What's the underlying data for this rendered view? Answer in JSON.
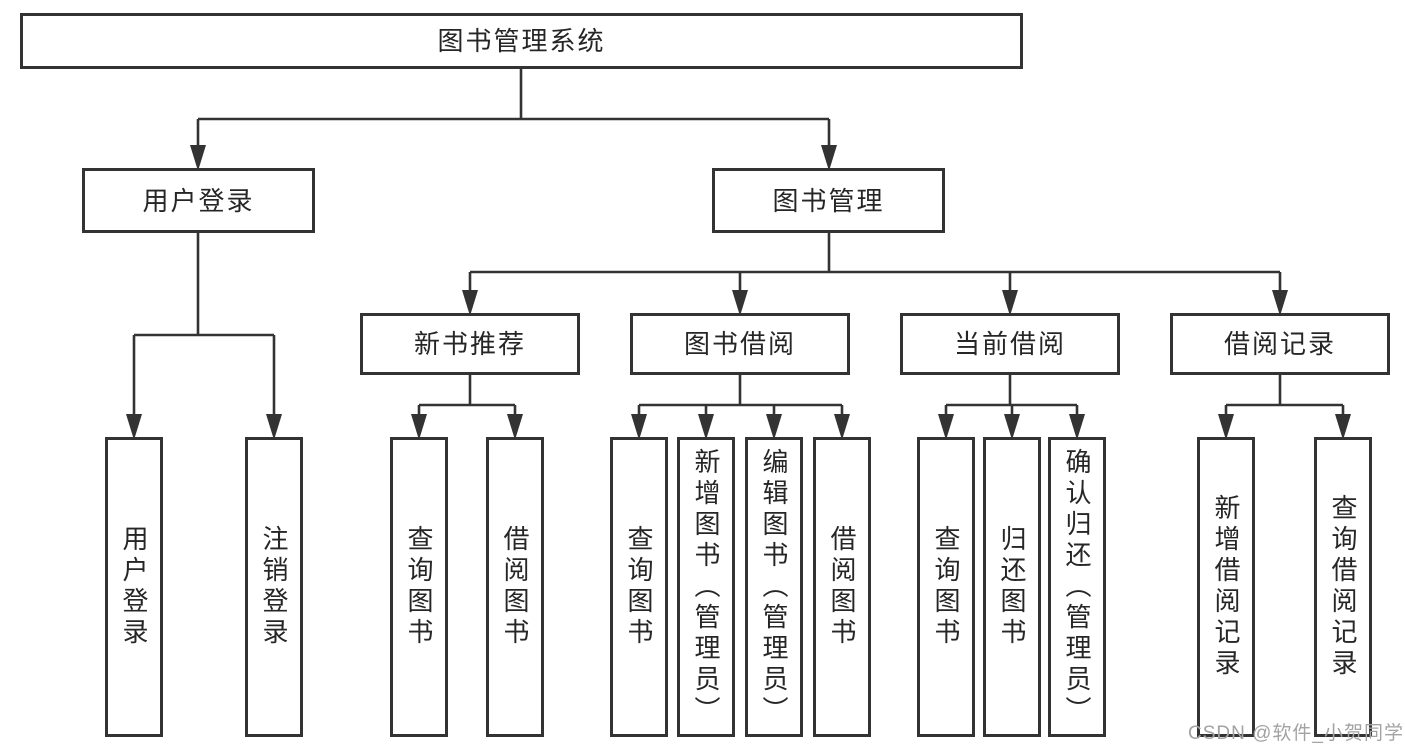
{
  "diagram": {
    "kind": "functional-structure-tree",
    "colors": {
      "line": "#333333",
      "box_border": "#333333",
      "text": "#262626",
      "background": "#ffffff",
      "watermark": "#a3a3a3"
    },
    "watermark": {
      "text": "CSDN @软件_小贺同学"
    },
    "tree": {
      "label": "图书管理系统",
      "children": [
        {
          "label": "用户登录",
          "children": [
            {
              "label": "用户登录"
            },
            {
              "label": "注销登录"
            }
          ]
        },
        {
          "label": "图书管理",
          "children": [
            {
              "label": "新书推荐",
              "children": [
                {
                  "label": "查询图书"
                },
                {
                  "label": "借阅图书"
                }
              ]
            },
            {
              "label": "图书借阅",
              "children": [
                {
                  "label": "查询图书"
                },
                {
                  "label": "新增图书（管理员）"
                },
                {
                  "label": "编辑图书（管理员）"
                },
                {
                  "label": "借阅图书"
                }
              ]
            },
            {
              "label": "当前借阅",
              "children": [
                {
                  "label": "查询图书"
                },
                {
                  "label": "归还图书"
                },
                {
                  "label": "确认归还（管理员）"
                }
              ]
            },
            {
              "label": "借阅记录",
              "children": [
                {
                  "label": "新增借阅记录"
                },
                {
                  "label": "查询借阅记录"
                }
              ]
            }
          ]
        }
      ]
    }
  }
}
